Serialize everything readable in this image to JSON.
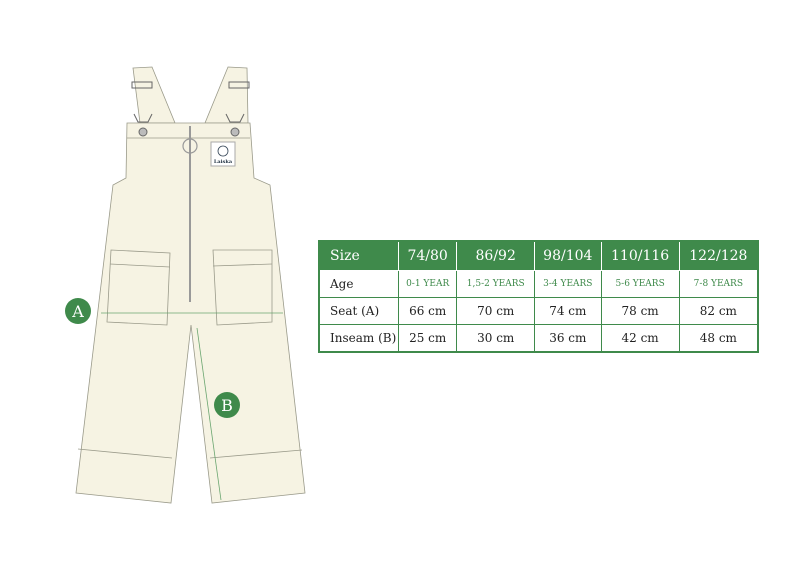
{
  "illustration": {
    "label_text": "Laiska",
    "marker_a": "A",
    "marker_b": "B"
  },
  "colors": {
    "accent": "#3f8a4b",
    "fabric": "#f6f3e3"
  },
  "size_table": {
    "headers": [
      "Size",
      "74/80",
      "86/92",
      "98/104",
      "110/116",
      "122/128"
    ],
    "rows": [
      {
        "label": "Age",
        "values": [
          "0-1 YEAR",
          "1,5-2 YEARS",
          "3-4 YEARS",
          "5-6 YEARS",
          "7-8 YEARS"
        ]
      },
      {
        "label": "Seat (A)",
        "values": [
          "66 cm",
          "70 cm",
          "74 cm",
          "78 cm",
          "82 cm"
        ]
      },
      {
        "label": "Inseam (B)",
        "values": [
          "25 cm",
          "30 cm",
          "36 cm",
          "42 cm",
          "48 cm"
        ]
      }
    ]
  }
}
